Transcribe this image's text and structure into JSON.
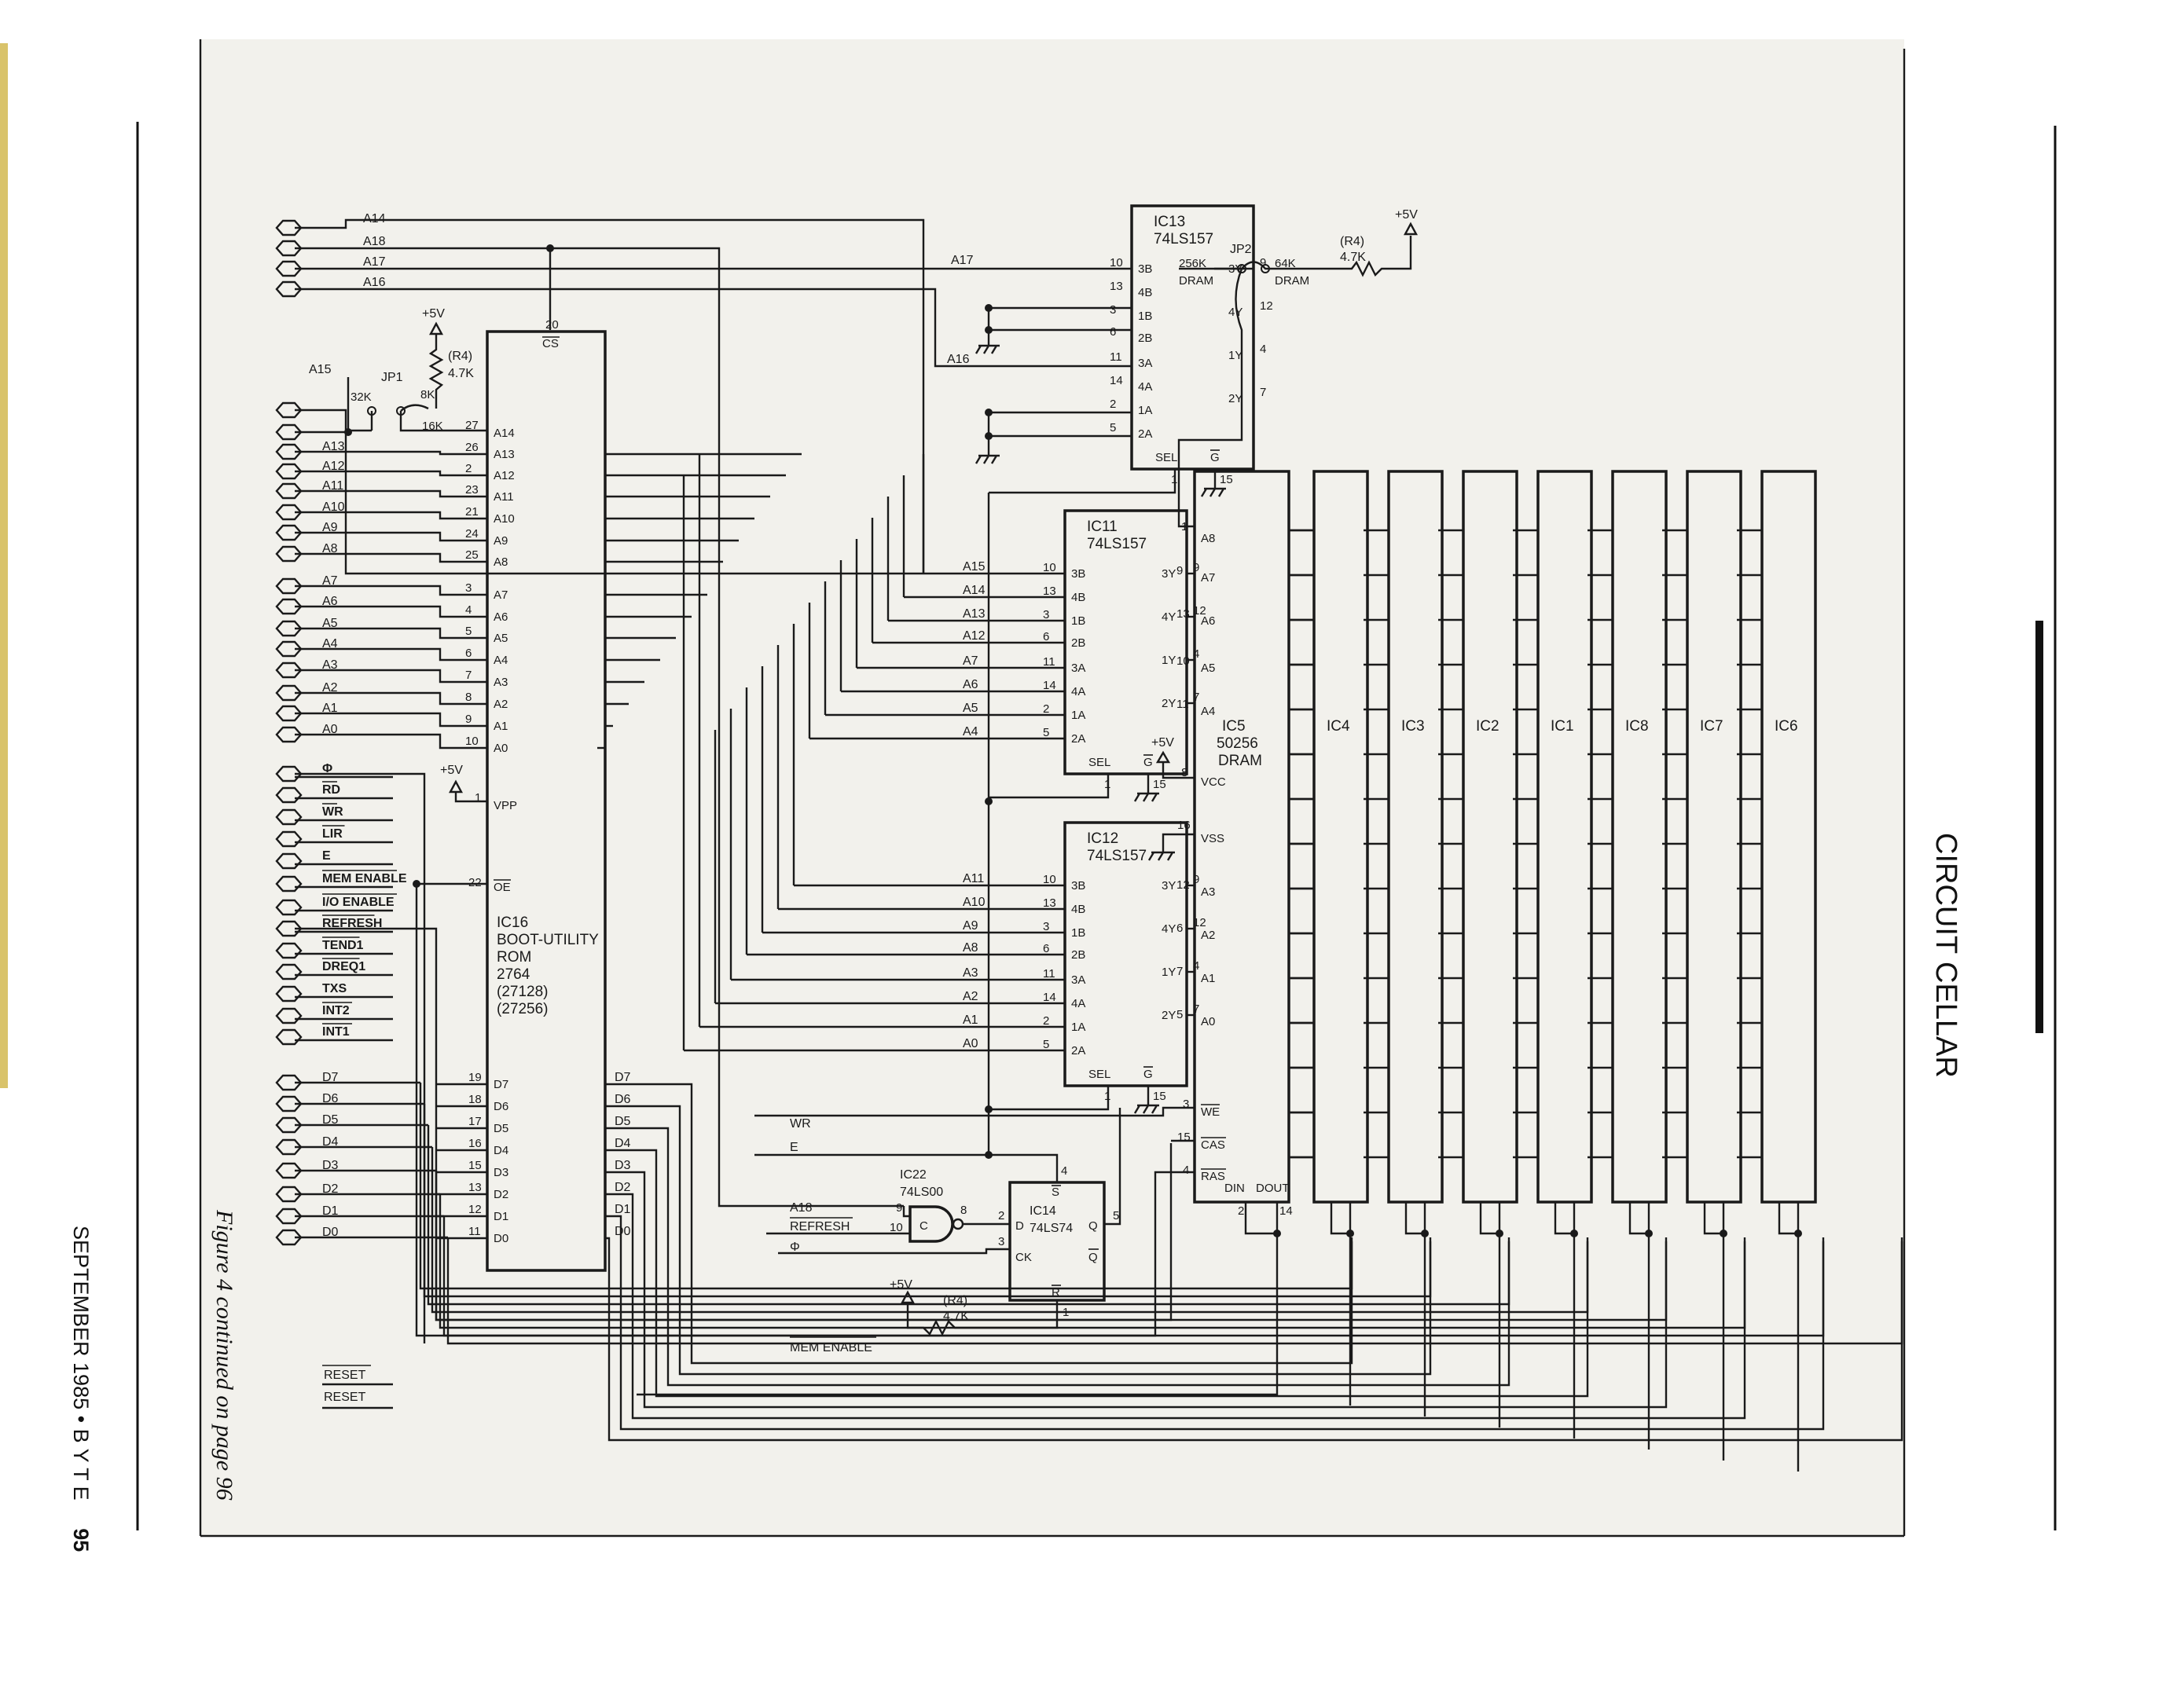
{
  "title": "CIRCUIT CELLAR",
  "caption": "Figure 4 continued on page 96",
  "footer": {
    "date": "SEPTEMBER 1985",
    "bullet": "•",
    "magazine": "B Y T E",
    "page": "95"
  },
  "address_inputs": [
    "A14",
    "A18",
    "A17",
    "A16"
  ],
  "a15_label": "A15",
  "rom_address_lines": [
    {
      "label": "A13",
      "pin": "26",
      "name": "A13"
    },
    {
      "label": "A12",
      "pin": "2",
      "name": "A12"
    },
    {
      "label": "A11",
      "pin": "23",
      "name": "A11"
    },
    {
      "label": "A10",
      "pin": "21",
      "name": "A10"
    },
    {
      "label": "A9",
      "pin": "24",
      "name": "A9"
    },
    {
      "label": "A8",
      "pin": "25",
      "name": "A8"
    },
    {
      "label": "A7",
      "pin": "3",
      "name": "A7"
    },
    {
      "label": "A6",
      "pin": "4",
      "name": "A6"
    },
    {
      "label": "A5",
      "pin": "5",
      "name": "A5"
    },
    {
      "label": "A4",
      "pin": "6",
      "name": "A4"
    },
    {
      "label": "A3",
      "pin": "7",
      "name": "A3"
    },
    {
      "label": "A2",
      "pin": "8",
      "name": "A2"
    },
    {
      "label": "A1",
      "pin": "9",
      "name": "A1"
    },
    {
      "label": "A0",
      "pin": "10",
      "name": "A0"
    }
  ],
  "control_signals": [
    "Φ",
    "RD",
    "WR",
    "LIR",
    "E",
    "MEM ENABLE",
    "I/O ENABLE",
    "REFRESH",
    "TEND1",
    "DREQ1",
    "TXS",
    "INT2",
    "INT1"
  ],
  "data_lines": [
    "D7",
    "D6",
    "D5",
    "D4",
    "D3",
    "D2",
    "D1",
    "D0"
  ],
  "data_pins": [
    "19",
    "18",
    "17",
    "16",
    "15",
    "13",
    "12",
    "11"
  ],
  "reset_labels": [
    "RESET",
    "RESET"
  ],
  "jp1": {
    "name": "JP1",
    "opt_a": "32K",
    "opt_b": "8K",
    "opt_c": "16K",
    "pin": "27",
    "rail": "+5V",
    "resistor": "(R4)",
    "value": "4.7K"
  },
  "ic16": {
    "name": "IC16",
    "lines": [
      "BOOT-UTILITY",
      "ROM",
      "2764",
      "(27128)",
      "(27256)"
    ],
    "cs": "CS",
    "cs_pin": "20",
    "vpp": "VPP",
    "vpp_pin": "1",
    "oe": "OE",
    "oe_pin": "22",
    "rail": "+5V",
    "top_pin": "A14"
  },
  "ic13": {
    "name": "IC13",
    "part": "74LS157",
    "in_pins": [
      "10",
      "13",
      "3",
      "6",
      "11",
      "14",
      "2",
      "5"
    ],
    "in_names": [
      "3B",
      "4B",
      "1B",
      "2B",
      "3A",
      "4A",
      "1A",
      "2A"
    ],
    "out_names": [
      "3Y",
      "4Y",
      "1Y",
      "2Y"
    ],
    "out_pins": [
      "9",
      "12",
      "4",
      "7"
    ],
    "sel": "SEL",
    "g": "G",
    "sel_pin": "1",
    "g_pin": "15",
    "inputs": [
      "A17",
      "A16"
    ]
  },
  "ic11": {
    "name": "IC11",
    "part": "74LS157",
    "in_pins": [
      "10",
      "13",
      "3",
      "6",
      "11",
      "14",
      "2",
      "5"
    ],
    "in_names": [
      "3B",
      "4B",
      "1B",
      "2B",
      "3A",
      "4A",
      "1A",
      "2A"
    ],
    "out_names": [
      "3Y",
      "4Y",
      "1Y",
      "2Y"
    ],
    "out_pins": [
      "9",
      "12",
      "4",
      "7"
    ],
    "sel": "SEL",
    "g": "G",
    "sel_pin": "1",
    "g_pin": "15",
    "inputs": [
      "A15",
      "A14",
      "A13",
      "A12",
      "A7",
      "A6",
      "A5",
      "A4"
    ],
    "dram_pins": [
      "9",
      "13",
      "10",
      "11"
    ],
    "dram_names": [
      "A7",
      "A6",
      "A5",
      "A4"
    ]
  },
  "ic12": {
    "name": "IC12",
    "part": "74LS157",
    "in_pins": [
      "10",
      "13",
      "3",
      "6",
      "11",
      "14",
      "2",
      "5"
    ],
    "in_names": [
      "3B",
      "4B",
      "1B",
      "2B",
      "3A",
      "4A",
      "1A",
      "2A"
    ],
    "out_names": [
      "3Y",
      "4Y",
      "1Y",
      "2Y"
    ],
    "out_pins": [
      "9",
      "12",
      "4",
      "7"
    ],
    "sel": "SEL",
    "g": "G",
    "sel_pin": "1",
    "g_pin": "15",
    "inputs": [
      "A11",
      "A10",
      "A9",
      "A8",
      "A3",
      "A2",
      "A1",
      "A0"
    ],
    "dram_pins": [
      "12",
      "6",
      "7",
      "5"
    ],
    "dram_names": [
      "A3",
      "A2",
      "A1",
      "A0"
    ]
  },
  "jp2": {
    "name": "JP2",
    "opt_a": "256K",
    "opt_a2": "DRAM",
    "opt_b": "64K",
    "opt_b2": "DRAM",
    "resistor": "(R4)",
    "value": "4.7K",
    "rail": "+5V"
  },
  "ic5": {
    "name": "IC5",
    "part": "50256",
    "type": "DRAM",
    "a8_pin": "1",
    "a8": "A8",
    "vcc": "VCC",
    "vcc_pin": "8",
    "vss": "VSS",
    "vss_pin": "16",
    "rail": "+5V",
    "we": "WE",
    "we_pin": "3",
    "cas": "CAS",
    "cas_pin": "15",
    "ras": "RAS",
    "ras_pin": "4",
    "din": "DIN",
    "dout": "DOUT",
    "din_pin": "2",
    "dout_pin": "14"
  },
  "dram_bank": [
    "IC4",
    "IC3",
    "IC2",
    "IC1",
    "IC8",
    "IC7",
    "IC6"
  ],
  "ic22": {
    "name": "IC22",
    "part": "74LS00",
    "gate": "C",
    "in1_pin": "9",
    "in2_pin": "10",
    "out_pin": "8",
    "in1": "A18",
    "in2": "REFRESH"
  },
  "ic14": {
    "name": "IC14",
    "part": "74LS74",
    "s": "S",
    "d": "D",
    "ck": "CK",
    "q": "Q",
    "qbar": "Q",
    "r": "R",
    "s_pin": "4",
    "d_pin": "2",
    "ck_pin": "3",
    "q_pin": "5",
    "r_pin": "1"
  },
  "r4_bottom": {
    "resistor": "(R4)",
    "value": "4.7K",
    "rail": "+5V"
  },
  "misc_signals": {
    "wr": "WR",
    "e": "E",
    "phi": "Φ",
    "mem_enable": "MEM ENABLE"
  },
  "rom_data_out": [
    "D7",
    "D6",
    "D5",
    "D4",
    "D3",
    "D2",
    "D1",
    "D0"
  ]
}
